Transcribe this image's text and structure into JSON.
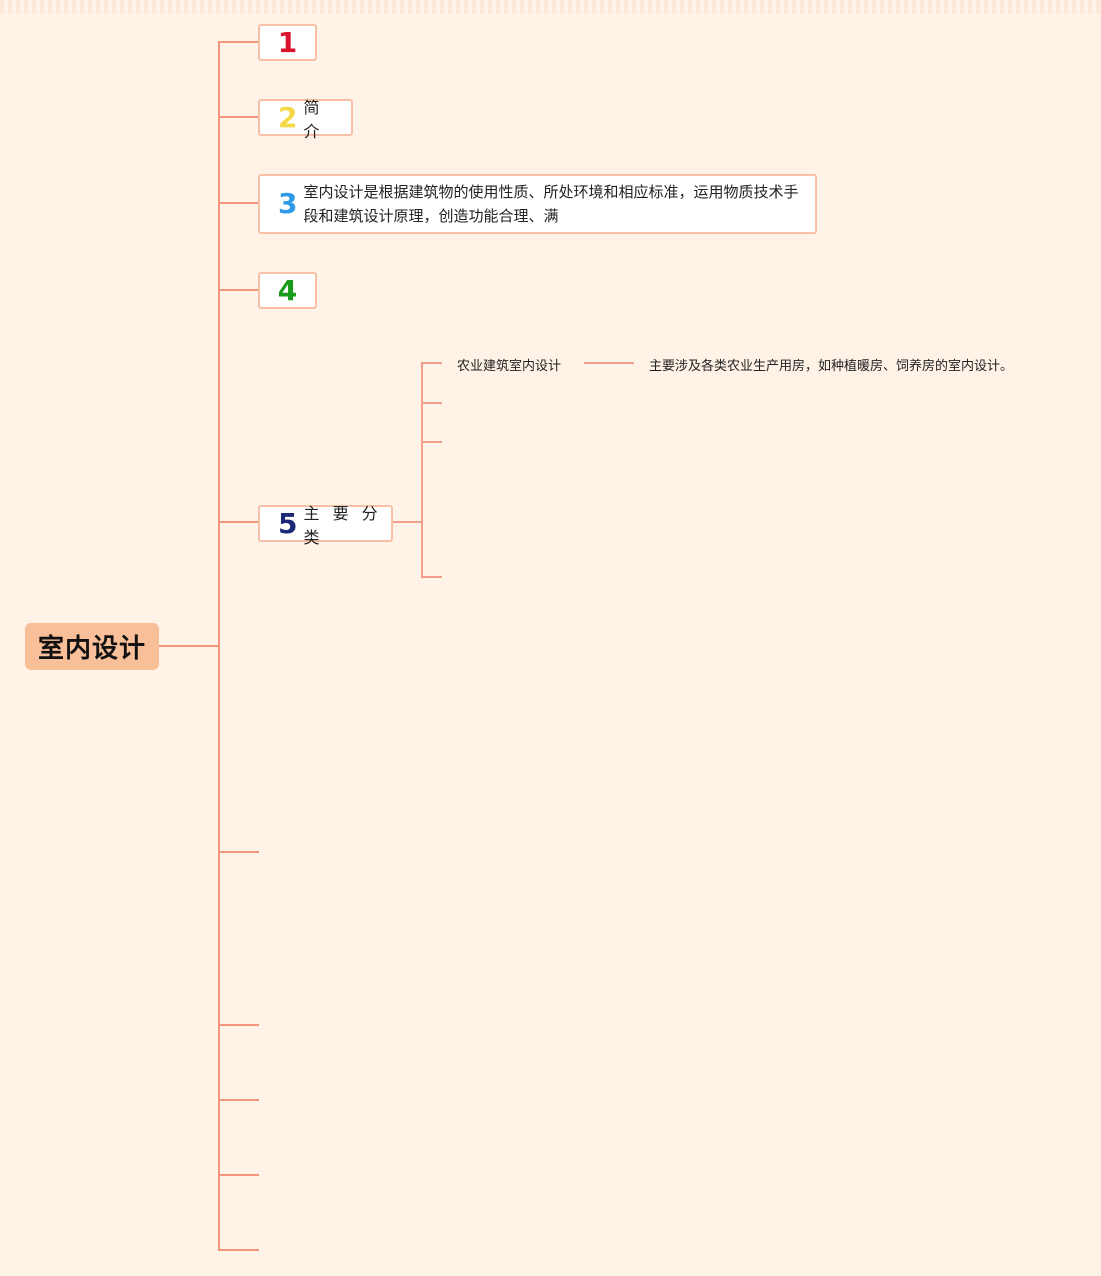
{
  "root": {
    "title": "室内设计"
  },
  "branches": [
    {
      "number": "1",
      "number_color": "#d9132c",
      "label": ""
    },
    {
      "number": "2",
      "number_color": "#f4d847",
      "label": "简 介"
    },
    {
      "number": "3",
      "number_color": "#2e9ae6",
      "label": "室内设计是根据建筑物的使用性质、所处环境和相应标准，运用物质技术手段和建筑设计原理，创造功能合理、满"
    },
    {
      "number": "4",
      "number_color": "#1a9a1a",
      "label": ""
    },
    {
      "number": "5",
      "number_color": "#1b2a78",
      "label": "主 要 分 类"
    }
  ],
  "classification": {
    "items": [
      {
        "label": "农业建筑室内设计",
        "detail": "主要涉及各类农业生产用房，如种植暖房、饲养房的室内设计。"
      }
    ]
  },
  "colors": {
    "background": "#fff2e6",
    "connector": "#f3957c",
    "root_fill": "#f9bf99",
    "node_border": "#f7c0a7"
  }
}
